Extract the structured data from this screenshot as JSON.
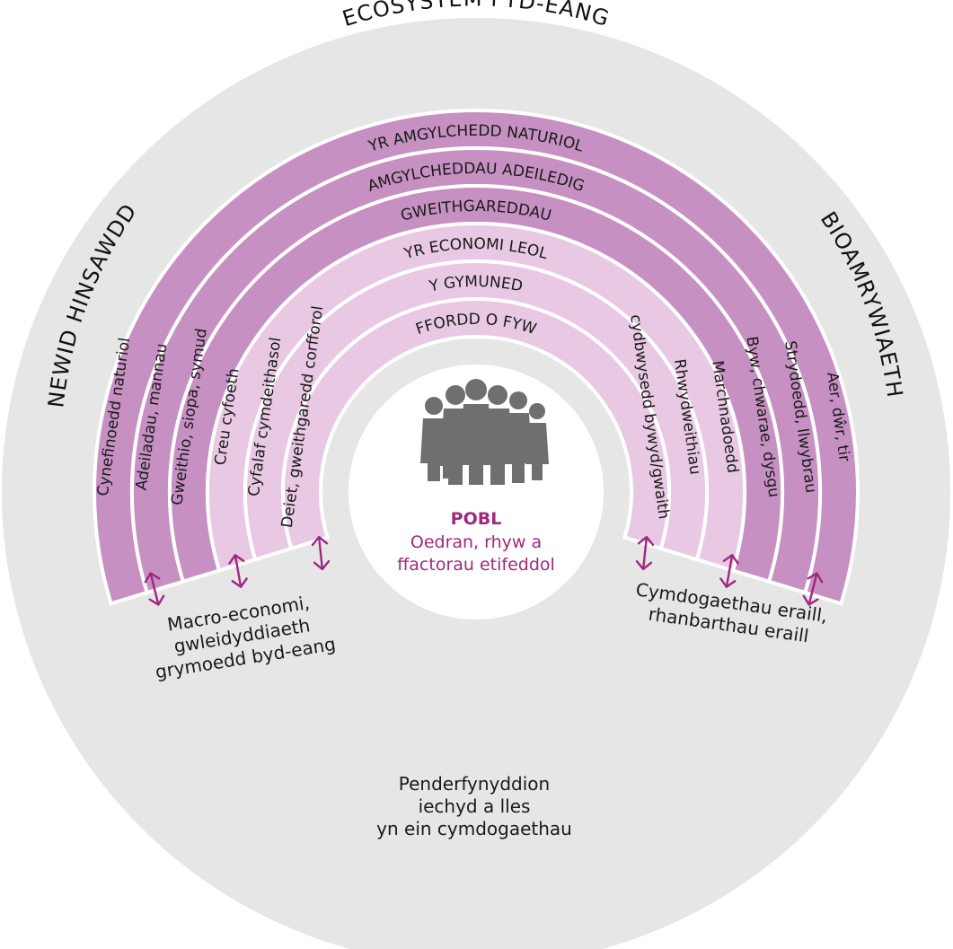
{
  "colors": {
    "background_disc": "#e6e6e6",
    "dark_band": "#c690c2",
    "light_band": "#e8c8e3",
    "band_separator": "#ffffff",
    "arrow": "#a0287f",
    "center_title": "#a0287f",
    "center_subtitle": "#a0287f",
    "people_silhouette": "#6f6f6f"
  },
  "outer": {
    "top": "ECOSYSTEM FYD-EANG",
    "left": "NEWID HINSAWDD",
    "right": "BIOAMRYWIAETH"
  },
  "bands": [
    {
      "arc_label": "YR AMGYLCHEDD NATURIOL",
      "left_label": "Cynefinoedd naturiol",
      "right_label": "Aer, dŵr, tir",
      "tone": "dark"
    },
    {
      "arc_label": "AMGYLCHEDDAU ADEILEDIG",
      "left_label": "Adeiladau, mannau",
      "right_label": "Strydoedd, llwybrau",
      "tone": "dark"
    },
    {
      "arc_label": "GWEITHGAREDDAU",
      "left_label": "Gweithio, siopa, symud",
      "right_label": "Byw, chwarae, dysgu",
      "tone": "dark"
    },
    {
      "arc_label": "YR ECONOMI LEOL",
      "left_label": "Creu cyfoeth",
      "right_label": "Marchnadoedd",
      "tone": "light"
    },
    {
      "arc_label": "Y GYMUNED",
      "left_label": "Cyfalaf cymdeithasol",
      "right_label": "Rhwydweithiau",
      "tone": "light"
    },
    {
      "arc_label": "FFORDD O FYW",
      "left_label": "Deiet, gweithgaredd corfforol",
      "right_label": "cydbwysedd bywyd/gwaith",
      "tone": "light"
    }
  ],
  "center": {
    "title": "POBL",
    "subtitle_line1": "Oedran, rhyw a",
    "subtitle_line2": "ffactorau etifeddol"
  },
  "notes": {
    "left": [
      "Macro-economi,",
      "gwleidyddiaeth",
      "grymoedd byd-eang"
    ],
    "right": [
      "Cymdogaethau eraill,",
      "rhanbarthau eraill"
    ],
    "bottom": [
      "Penderfynyddion",
      "iechyd a lles",
      "yn ein cymdogaethau"
    ]
  },
  "icons": {
    "arrows": "double-headed-arrow-icon",
    "people": "group-of-people-icon"
  }
}
